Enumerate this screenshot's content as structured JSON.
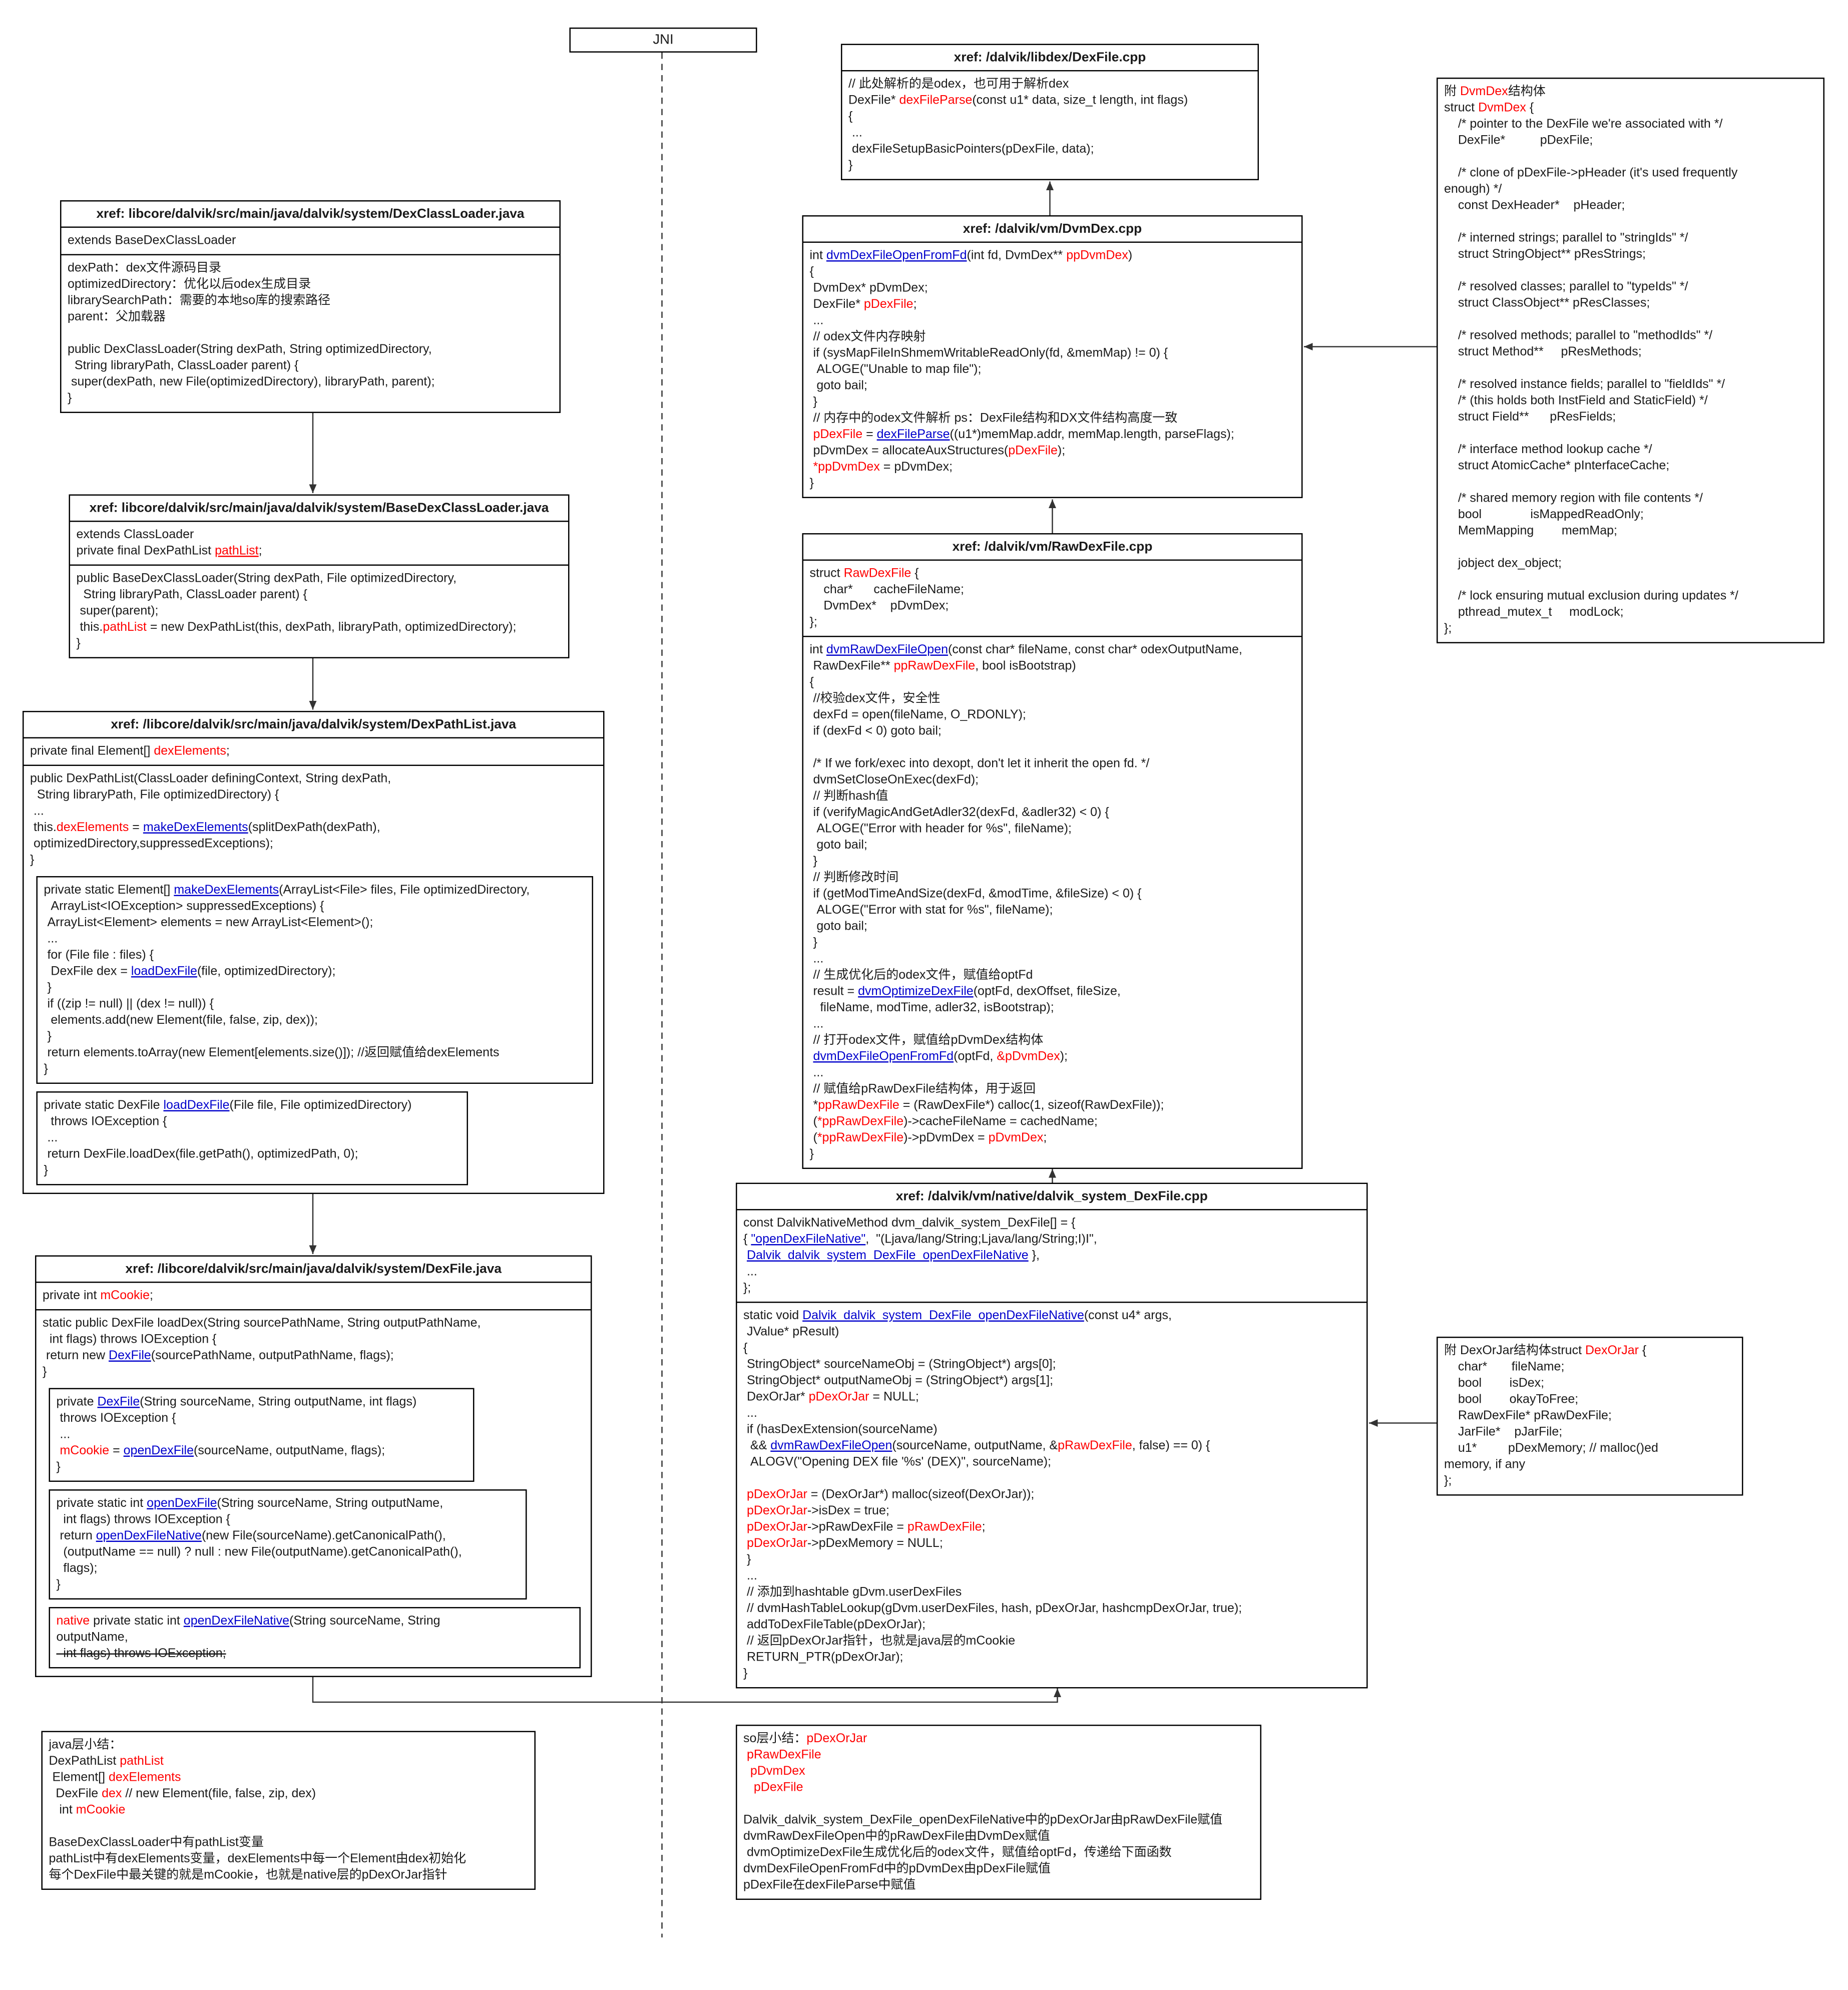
{
  "jni_label": "JNI",
  "colors": {
    "accent_red": "#ff0000",
    "link_blue": "#0000cc",
    "line": "#333333"
  },
  "boxes": {
    "libdex_dexfile": {
      "title": "xref: /dalvik/libdex/DexFile.cpp",
      "sections": [
        [
          "// 此处解析的是odex，也可用于解析dex",
          [
            "DexFile* ",
            [
              "dexFileParse",
              "red"
            ],
            "(const u1* data, size_t length, int flags)"
          ],
          "{",
          " ...",
          " dexFileSetupBasicPointers(pDexFile, data);",
          "}"
        ]
      ]
    },
    "dvmdex_cpp": {
      "title": "xref: /dalvik/vm/DvmDex.cpp",
      "sections": [
        [
          [
            "int ",
            [
              "dvmDexFileOpenFromFd",
              "blue"
            ],
            "(int fd, DvmDex** ",
            [
              "ppDvmDex",
              "red"
            ],
            ")"
          ],
          "{",
          " DvmDex* pDvmDex;",
          [
            " DexFile* ",
            [
              "pDexFile",
              "red"
            ],
            ";"
          ],
          " ...",
          " // odex文件内存映射",
          " if (sysMapFileInShmemWritableReadOnly(fd, &memMap) != 0) {",
          "  ALOGE(\"Unable to map file\");",
          "  goto bail;",
          " }",
          " // 内存中的odex文件解析 ps：DexFile结构和DX文件结构高度一致",
          [
            " ",
            [
              "pDexFile",
              "red"
            ],
            " = ",
            [
              "dexFileParse",
              "blue"
            ],
            "((u1*)memMap.addr, memMap.length, parseFlags);"
          ],
          [
            " pDvmDex = allocateAuxStructures(",
            [
              "pDexFile",
              "red"
            ],
            ");"
          ],
          [
            " ",
            [
              "*ppDvmDex",
              "red"
            ],
            " = pDvmDex;"
          ],
          "}"
        ]
      ]
    },
    "rawdexfile_cpp": {
      "title": "xref: /dalvik/vm/RawDexFile.cpp",
      "sections": [
        [
          [
            "struct ",
            [
              "RawDexFile",
              "red"
            ],
            " {"
          ],
          "    char*      cacheFileName;",
          "    DvmDex*    pDvmDex;",
          "};"
        ],
        [
          [
            "int ",
            [
              "dvmRawDexFileOpen",
              "blue"
            ],
            "(const char* fileName, const char* odexOutputName,"
          ],
          [
            " RawDexFile** ",
            [
              "ppRawDexFile",
              "red"
            ],
            ", bool isBootstrap)"
          ],
          "{",
          " //校验dex文件，安全性",
          " dexFd = open(fileName, O_RDONLY);",
          " if (dexFd < 0) goto bail;",
          "",
          " /* If we fork/exec into dexopt, don't let it inherit the open fd. */",
          " dvmSetCloseOnExec(dexFd);",
          " // 判断hash值",
          " if (verifyMagicAndGetAdler32(dexFd, &adler32) < 0) {",
          "  ALOGE(\"Error with header for %s\", fileName);",
          "  goto bail;",
          " }",
          " // 判断修改时间",
          " if (getModTimeAndSize(dexFd, &modTime, &fileSize) < 0) {",
          "  ALOGE(\"Error with stat for %s\", fileName);",
          "  goto bail;",
          " }",
          " ...",
          " // 生成优化后的odex文件，赋值给optFd",
          [
            " result = ",
            [
              "dvmOptimizeDexFile",
              "blue"
            ],
            "(optFd, dexOffset, fileSize,"
          ],
          "   fileName, modTime, adler32, isBootstrap);",
          " ...",
          " // 打开odex文件，赋值给pDvmDex结构体",
          [
            " ",
            [
              "dvmDexFileOpenFromFd",
              "blue"
            ],
            "(optFd, ",
            [
              "&pDvmDex",
              "red"
            ],
            ");"
          ],
          " ...",
          " // 赋值给pRawDexFile结构体，用于返回",
          [
            " *",
            [
              "ppRawDexFile",
              "red"
            ],
            " = (RawDexFile*) calloc(1, sizeof(RawDexFile));"
          ],
          [
            " (",
            [
              "*ppRawDexFile",
              "red"
            ],
            ")->cacheFileName = cachedName;"
          ],
          [
            " (",
            [
              "*ppRawDexFile",
              "red"
            ],
            ")->pDvmDex = ",
            [
              "pDvmDex",
              "red"
            ],
            ";"
          ],
          "}"
        ]
      ]
    },
    "dalvik_system_dexfile_cpp": {
      "title": "xref: /dalvik/vm/native/dalvik_system_DexFile.cpp",
      "sections": [
        [
          "const DalvikNativeMethod dvm_dalvik_system_DexFile[] = {",
          [
            "{ ",
            [
              "\"openDexFileNative\"",
              "blue"
            ],
            ",  \"(Ljava/lang/String;Ljava/lang/String;I)I\","
          ],
          [
            " ",
            [
              "Dalvik_dalvik_system_DexFile_openDexFileNative",
              "blue"
            ],
            " },"
          ],
          " ...",
          "};"
        ],
        [
          [
            "static void ",
            [
              "Dalvik_dalvik_system_DexFile_openDexFileNative",
              "blue"
            ],
            "(const u4* args,"
          ],
          " JValue* pResult)",
          "{",
          " StringObject* sourceNameObj = (StringObject*) args[0];",
          " StringObject* outputNameObj = (StringObject*) args[1];",
          [
            " DexOrJar* ",
            [
              "pDexOrJar",
              "red"
            ],
            " = NULL;"
          ],
          " ...",
          " if (hasDexExtension(sourceName)",
          [
            "  && ",
            [
              "dvmRawDexFileOpen",
              "blue"
            ],
            "(sourceName, outputName, &",
            [
              "pRawDexFile",
              "red"
            ],
            ", false) == 0) {"
          ],
          "  ALOGV(\"Opening DEX file '%s' (DEX)\", sourceName);",
          "",
          [
            " ",
            [
              "pDexOrJar",
              "red"
            ],
            " = (DexOrJar*) malloc(sizeof(DexOrJar));"
          ],
          [
            " ",
            [
              "pDexOrJar",
              "red"
            ],
            "->isDex = true;"
          ],
          [
            " ",
            [
              "pDexOrJar",
              "red"
            ],
            "->pRawDexFile = ",
            [
              "pRawDexFile",
              "red"
            ],
            ";"
          ],
          [
            " ",
            [
              "pDexOrJar",
              "red"
            ],
            "->pDexMemory = NULL;"
          ],
          " }",
          " ...",
          " // 添加到hashtable gDvm.userDexFiles",
          " // dvmHashTableLookup(gDvm.userDexFiles, hash, pDexOrJar, hashcmpDexOrJar, true);",
          " addToDexFileTable(pDexOrJar);",
          " // 返回pDexOrJar指针，也就是java层的mCookie",
          " RETURN_PTR(pDexOrJar);",
          "}"
        ]
      ]
    },
    "dexclassloader_java": {
      "title": "xref: libcore/dalvik/src/main/java/dalvik/system/DexClassLoader.java",
      "sections": [
        [
          "extends BaseDexClassLoader"
        ],
        [
          "dexPath：dex文件源码目录",
          "optimizedDirectory：优化以后odex生成目录",
          "librarySearchPath：需要的本地so库的搜索路径",
          "parent：父加载器",
          "",
          "public DexClassLoader(String dexPath, String optimizedDirectory,",
          "  String libraryPath, ClassLoader parent) {",
          " super(dexPath, new File(optimizedDirectory), libraryPath, parent);",
          "}"
        ]
      ]
    },
    "basedexclassloader_java": {
      "title": "xref: libcore/dalvik/src/main/java/dalvik/system/BaseDexClassLoader.java",
      "sections": [
        [
          "extends ClassLoader",
          [
            "private final DexPathList ",
            [
              "pathList",
              "redu"
            ],
            ";"
          ]
        ],
        [
          "public BaseDexClassLoader(String dexPath, File optimizedDirectory,",
          "  String libraryPath, ClassLoader parent) {",
          " super(parent);",
          [
            " this.",
            [
              "pathList",
              "red"
            ],
            " = new DexPathList(this, dexPath, libraryPath, optimizedDirectory);"
          ],
          "}"
        ]
      ]
    },
    "dexpathlist_java": {
      "title": "xref: /libcore/dalvik/src/main/java/dalvik/system/DexPathList.java",
      "sections": [
        [
          [
            "private final Element[] ",
            [
              "dexElements",
              "red"
            ],
            ";"
          ]
        ],
        [
          "public DexPathList(ClassLoader definingContext, String dexPath,",
          "  String libraryPath, File optimizedDirectory) {",
          " ...",
          [
            " this.",
            [
              "dexElements",
              "red"
            ],
            " = ",
            [
              "makeDexElements",
              "blue"
            ],
            "(splitDexPath(dexPath),"
          ],
          " optimizedDirectory,suppressedExceptions);",
          "}"
        ]
      ],
      "inners": [
        [
          [
            "private static Element[] ",
            [
              "makeDexElements",
              "blue"
            ],
            "(ArrayList<File> files, File optimizedDirectory,"
          ],
          "  ArrayList<IOException> suppressedExceptions) {",
          " ArrayList<Element> elements = new ArrayList<Element>();",
          " ...",
          " for (File file : files) {",
          [
            "  DexFile dex = ",
            [
              "loadDexFile",
              "blue"
            ],
            "(file, optimizedDirectory);"
          ],
          " }",
          " if ((zip != null) || (dex != null)) {",
          "  elements.add(new Element(file, false, zip, dex));",
          " }",
          " return elements.toArray(new Element[elements.size()]); //返回赋值给dexElements",
          "}"
        ],
        [
          [
            "private static DexFile ",
            [
              "loadDexFile",
              "blue"
            ],
            "(File file, File optimizedDirectory)"
          ],
          "  throws IOException {",
          " ...",
          " return DexFile.loadDex(file.getPath(), optimizedPath, 0);",
          "}"
        ]
      ]
    },
    "dexfile_java": {
      "title": "xref: /libcore/dalvik/src/main/java/dalvik/system/DexFile.java",
      "sections": [
        [
          [
            "private int ",
            [
              "mCookie",
              "red"
            ],
            ";"
          ]
        ],
        [
          "static public DexFile loadDex(String sourcePathName, String outputPathName,",
          "  int flags) throws IOException {",
          [
            " return new ",
            [
              "DexFile",
              "blue"
            ],
            "(sourcePathName, outputPathName, flags);"
          ],
          "}"
        ]
      ],
      "inners": [
        [
          [
            "private ",
            [
              "DexFile",
              "blue"
            ],
            "(String sourceName, String outputName, int flags)"
          ],
          " throws IOException {",
          " ...",
          [
            " ",
            [
              "mCookie",
              "red"
            ],
            " = ",
            [
              "openDexFile",
              "blue"
            ],
            "(sourceName, outputName, flags);"
          ],
          "}"
        ],
        [
          [
            "private static int ",
            [
              "openDexFile",
              "blue"
            ],
            "(String sourceName, String outputName,"
          ],
          "  int flags) throws IOException {",
          [
            " return ",
            [
              "openDexFileNative",
              "blue"
            ],
            "(new File(sourceName).getCanonicalPath(),"
          ],
          "  (outputName == null) ? null : new File(outputName).getCanonicalPath(),",
          "  flags);",
          "}"
        ],
        [
          [
            [
              "native",
              "red"
            ],
            " private static int ",
            [
              "openDexFileNative",
              "blue"
            ],
            "(String sourceName, String"
          ],
          "outputName,",
          [
            [
              "  int flags) throws IOException;",
              "strike"
            ]
          ]
        ]
      ]
    },
    "dvmdex_struct": {
      "lines": [
        [
          "附 ",
          [
            "DvmDex",
            "red"
          ],
          "结构体"
        ],
        [
          "struct ",
          [
            "DvmDex",
            "red"
          ],
          " {"
        ],
        "    /* pointer to the DexFile we're associated with */",
        "    DexFile*          pDexFile;",
        "",
        "    /* clone of pDexFile->pHeader (it's used frequently",
        "enough) */",
        "    const DexHeader*    pHeader;",
        "",
        "    /* interned strings; parallel to \"stringIds\" */",
        "    struct StringObject** pResStrings;",
        "",
        "    /* resolved classes; parallel to \"typeIds\" */",
        "    struct ClassObject** pResClasses;",
        "",
        "    /* resolved methods; parallel to \"methodIds\" */",
        "    struct Method**     pResMethods;",
        "",
        "    /* resolved instance fields; parallel to \"fieldIds\" */",
        "    /* (this holds both InstField and StaticField) */",
        "    struct Field**      pResFields;",
        "",
        "    /* interface method lookup cache */",
        "    struct AtomicCache* pInterfaceCache;",
        "",
        "    /* shared memory region with file contents */",
        "    bool              isMappedReadOnly;",
        "    MemMapping        memMap;",
        "",
        "    jobject dex_object;",
        "",
        "    /* lock ensuring mutual exclusion during updates */",
        "    pthread_mutex_t     modLock;",
        "};"
      ]
    },
    "dexorjar_struct": {
      "lines": [
        [
          "附 DexOrJar结构体struct ",
          [
            "DexOrJar",
            "red"
          ],
          " {"
        ],
        "    char*       fileName;",
        "    bool        isDex;",
        "    bool        okayToFree;",
        "    RawDexFile* pRawDexFile;",
        "    JarFile*    pJarFile;",
        "    u1*         pDexMemory; // malloc()ed",
        "memory, if any",
        "};"
      ]
    },
    "java_summary": {
      "lines": [
        "java层小结：",
        [
          "DexPathList ",
          [
            "pathList",
            "red"
          ]
        ],
        [
          " Element[] ",
          [
            "dexElements",
            "red"
          ]
        ],
        [
          "  DexFile ",
          [
            "dex",
            "red"
          ],
          " // new Element(file, false, zip, dex)"
        ],
        [
          "   int ",
          [
            "mCookie",
            "red"
          ]
        ],
        "",
        "BaseDexClassLoader中有pathList变量",
        "pathList中有dexElements变量，dexElements中每一个Element由dex初始化",
        "每个DexFile中最关键的就是mCookie，也就是native层的pDexOrJar指针"
      ]
    },
    "so_summary": {
      "lines": [
        [
          "so层小结：",
          [
            "pDexOrJar",
            "red"
          ]
        ],
        [
          [
            " pRawDexFile",
            "red"
          ]
        ],
        [
          [
            "  pDvmDex",
            "red"
          ]
        ],
        [
          [
            "   pDexFile",
            "red"
          ]
        ],
        "",
        "Dalvik_dalvik_system_DexFile_openDexFileNative中的pDexOrJar由pRawDexFile赋值",
        "dvmRawDexFileOpen中的pRawDexFile由DvmDex赋值",
        " dvmOptimizeDexFile生成优化后的odex文件，赋值给optFd，传递给下面函数",
        "dvmDexFileOpenFromFd中的pDvmDex由pDexFile赋值",
        "pDexFile在dexFileParse中赋值"
      ]
    }
  }
}
